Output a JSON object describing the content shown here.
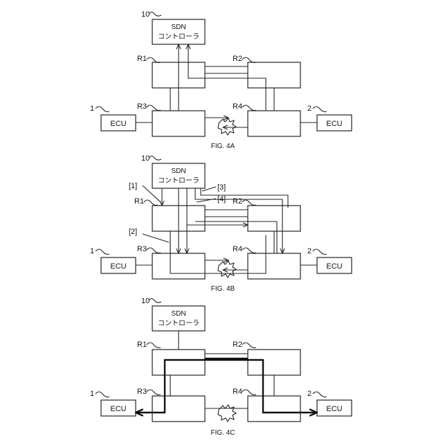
{
  "figures": [
    {
      "caption": "FIG. 4A",
      "controller": {
        "ref": "10",
        "line1": "SDN",
        "line2": "コントローラ"
      },
      "routers": [
        "R1",
        "R2",
        "R3",
        "R4"
      ],
      "ecu_left": {
        "ref": "1",
        "label": "ECU"
      },
      "ecu_right": {
        "ref": "2",
        "label": "ECU"
      }
    },
    {
      "caption": "FIG. 4B",
      "controller": {
        "ref": "10",
        "line1": "SDN",
        "line2": "コントローラ"
      },
      "routers": [
        "R1",
        "R2",
        "R3",
        "R4"
      ],
      "ecu_left": {
        "ref": "1",
        "label": "ECU"
      },
      "ecu_right": {
        "ref": "2",
        "label": "ECU"
      },
      "markers": [
        "[1]",
        "[2]",
        "[3]",
        "[4]"
      ]
    },
    {
      "caption": "FIG. 4C",
      "controller": {
        "ref": "10",
        "line1": "SDN",
        "line2": "コントローラ"
      },
      "routers": [
        "R1",
        "R2",
        "R3",
        "R4"
      ],
      "ecu_left": {
        "ref": "1",
        "label": "ECU"
      },
      "ecu_right": {
        "ref": "2",
        "label": "ECU"
      }
    }
  ]
}
